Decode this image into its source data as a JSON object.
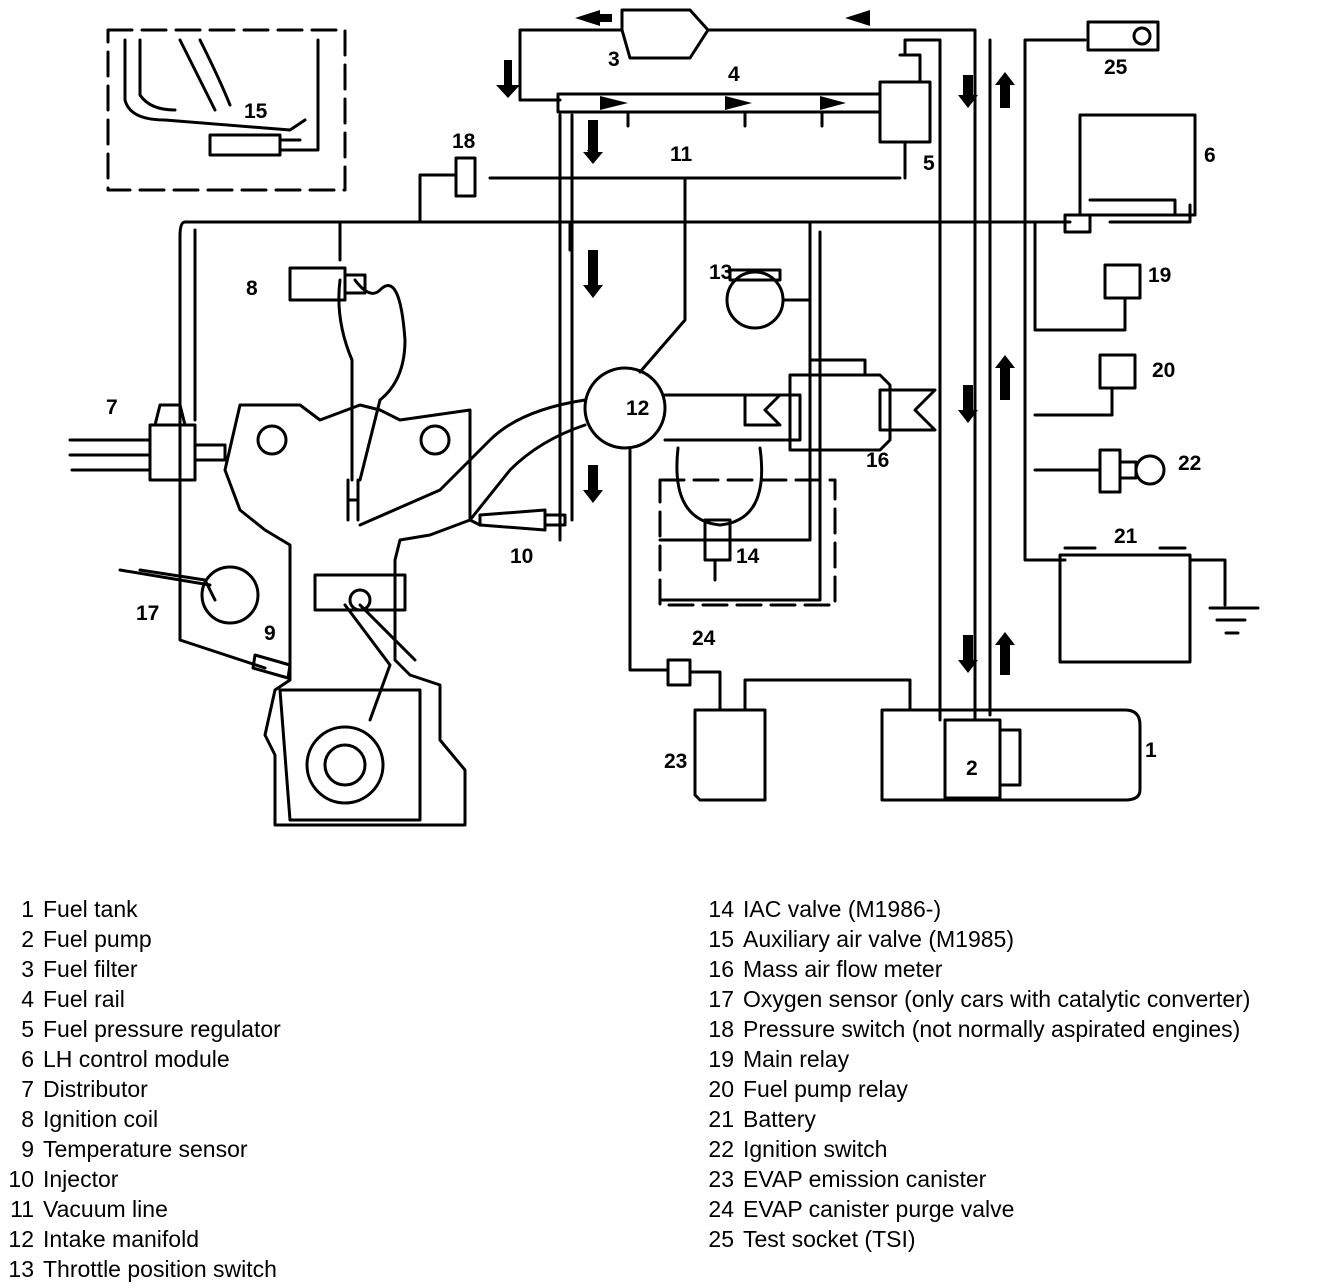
{
  "callouts": {
    "c1": "1",
    "c2": "2",
    "c3": "3",
    "c4": "4",
    "c5": "5",
    "c6": "6",
    "c7": "7",
    "c8": "8",
    "c9": "9",
    "c10": "10",
    "c11": "11",
    "c12": "12",
    "c13": "13",
    "c14": "14",
    "c15": "15",
    "c16": "16",
    "c17": "17",
    "c18": "18",
    "c19": "19",
    "c20": "20",
    "c21": "21",
    "c22": "22",
    "c23": "23",
    "c24": "24",
    "c25": "25"
  },
  "legend": [
    {
      "num": "1",
      "text": "Fuel tank"
    },
    {
      "num": "2",
      "text": "Fuel pump"
    },
    {
      "num": "3",
      "text": "Fuel filter"
    },
    {
      "num": "4",
      "text": "Fuel rail"
    },
    {
      "num": "5",
      "text": "Fuel pressure regulator"
    },
    {
      "num": "6",
      "text": "LH control module"
    },
    {
      "num": "7",
      "text": "Distributor"
    },
    {
      "num": "8",
      "text": "Ignition coil"
    },
    {
      "num": "9",
      "text": "Temperature sensor"
    },
    {
      "num": "10",
      "text": "Injector"
    },
    {
      "num": "11",
      "text": "Vacuum line"
    },
    {
      "num": "12",
      "text": "Intake manifold"
    },
    {
      "num": "13",
      "text": "Throttle position switch"
    },
    {
      "num": "14",
      "text": "IAC valve (M1986-)"
    },
    {
      "num": "15",
      "text": "Auxiliary air valve (M1985)"
    },
    {
      "num": "16",
      "text": "Mass air flow meter"
    },
    {
      "num": "17",
      "text": "Oxygen sensor (only cars with catalytic converter)"
    },
    {
      "num": "18",
      "text": " Pressure switch (not normally aspirated engines)"
    },
    {
      "num": "19",
      "text": "Main relay"
    },
    {
      "num": "20",
      "text": "Fuel pump relay"
    },
    {
      "num": "21",
      "text": "Battery"
    },
    {
      "num": "22",
      "text": "Ignition switch"
    },
    {
      "num": "23",
      "text": "EVAP emission canister"
    },
    {
      "num": "24",
      "text": "EVAP canister purge valve"
    },
    {
      "num": "25",
      "text": "Test socket (TSI)"
    }
  ]
}
